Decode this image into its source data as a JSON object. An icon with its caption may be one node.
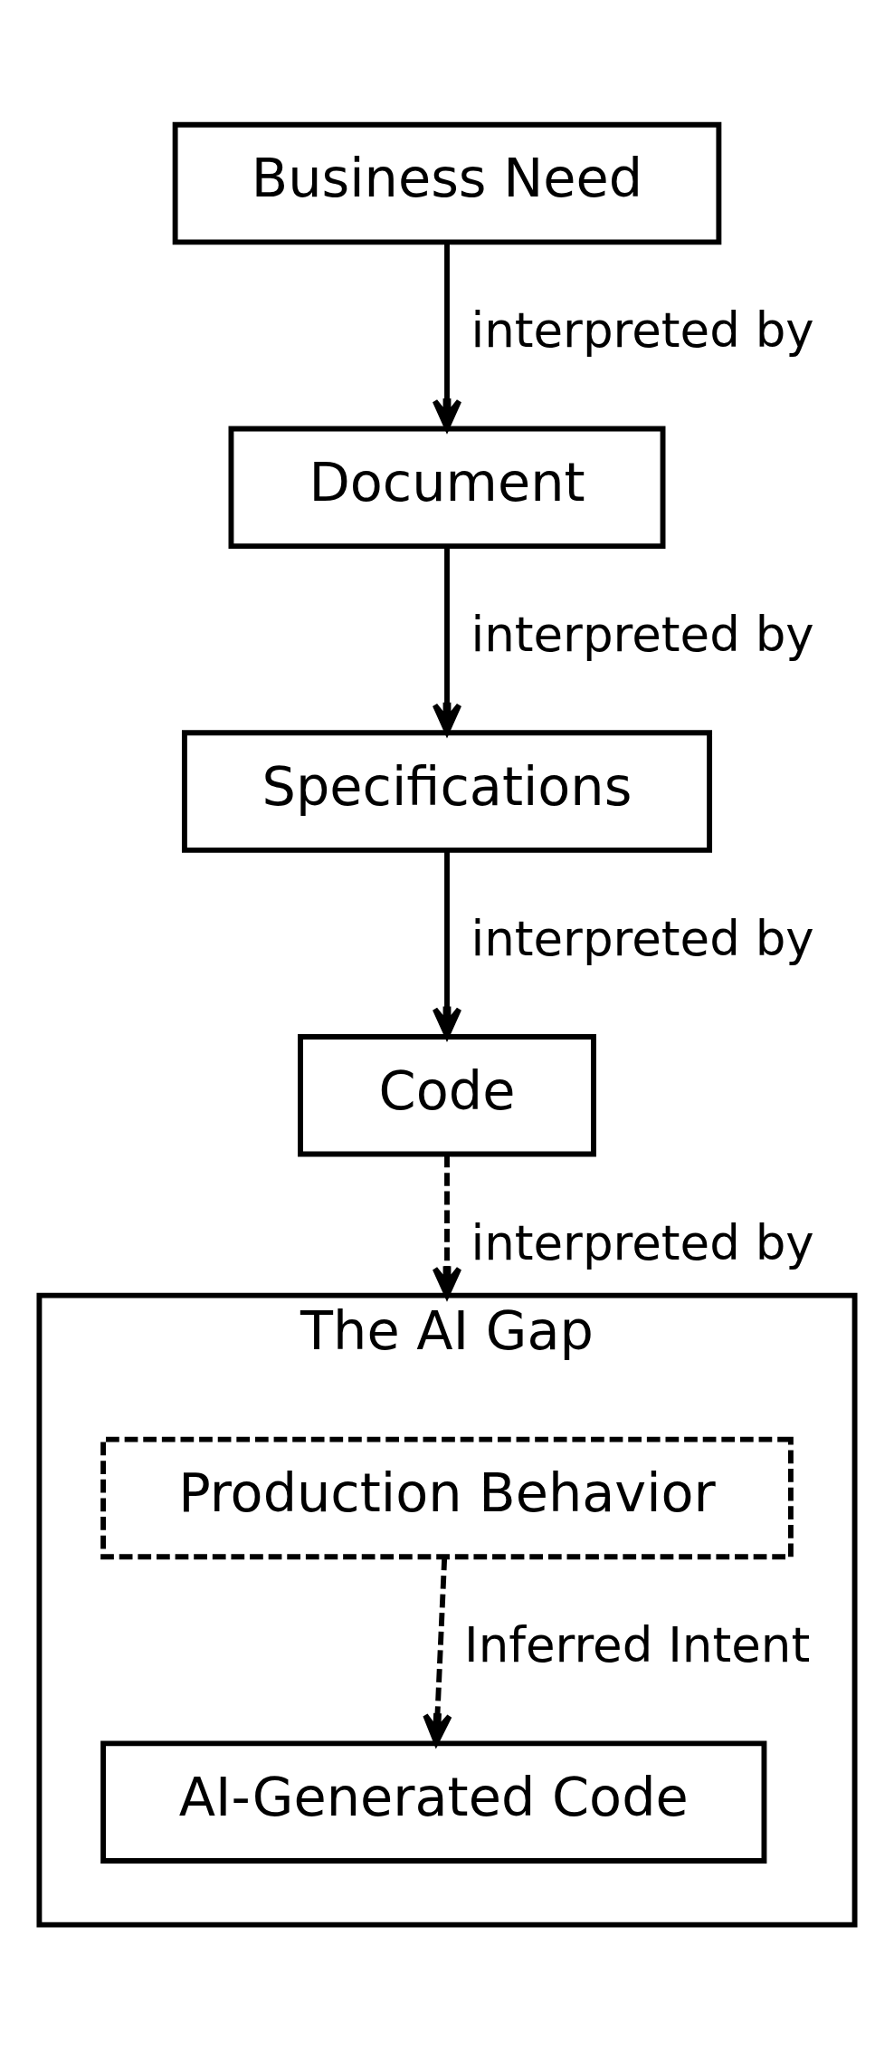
{
  "diagram": {
    "nodes": [
      {
        "text": [
          "Business Need"
        ]
      },
      {
        "text": [
          "Document"
        ]
      },
      {
        "text": [
          "Specifications"
        ]
      },
      {
        "text": [
          "Code"
        ]
      },
      {
        "text": [
          "The AI Gap"
        ]
      },
      {
        "text": [
          "Production Behavior"
        ],
        "in": 4
      },
      {
        "text": [
          "AI-Generated Code"
        ],
        "in": 4
      }
    ],
    "edges": [
      {
        "from": 0,
        "to": 1,
        "arrow": "to",
        "label": "interpreted by"
      },
      {
        "from": 1,
        "to": 2,
        "arrow": "to",
        "label": "interpreted by"
      },
      {
        "from": 2,
        "to": 3,
        "arrow": "to",
        "label": "interpreted by"
      },
      {
        "from": 3,
        "to": 4,
        "arrow": "to",
        "label": "interpreted by",
        "style": "dashed"
      },
      {
        "from": 5,
        "to": 6,
        "arrow": "to",
        "label": "Inferred Intent",
        "style": "dashed"
      }
    ]
  }
}
